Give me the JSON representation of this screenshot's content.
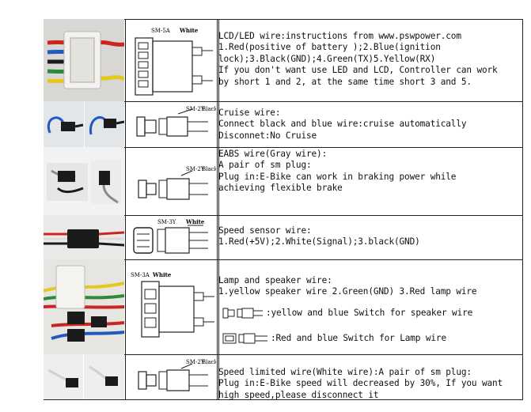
{
  "rows": [
    {
      "connector_label": "SM-5A",
      "color_label": "White",
      "lines": [
        "LCD/LED wire:instructions from www.pswpower.com",
        "1.Red(positive of battery );2.Blue(ignition",
        "lock);3.Black(GND);4.Green(TX)5.Yellow(RX)",
        "If you don't want use LED and LCD, Controller can work",
        "by short 1 and 2, at the same time short 3 and 5."
      ]
    },
    {
      "connector_label": "SM-2Y",
      "color_label": "Black",
      "lines": [
        "Cruise wire:",
        "Connect black and blue wire:cruise automatically",
        "Disconnet:No Cruise"
      ]
    },
    {
      "connector_label": "SM-2Y",
      "color_label": "Black",
      "lines": [
        "EABS wire(Gray wire):",
        "A pair of sm plug:",
        "Plug in:E-Bike can work in braking power while",
        "achieving flexible brake"
      ]
    },
    {
      "connector_label": "SM-3Y",
      "color_label": "White",
      "lines": [
        "Speed sensor wire:",
        "1.Red(+5V);2.White(Signal);3.black(GND)"
      ]
    },
    {
      "connector_label": "SM-3A",
      "color_label": "White",
      "lines": [
        "Lamp and speaker wire:",
        "1.yellow speaker wire 2.Green(GND) 3.Red lamp wire"
      ],
      "switch_speaker": ":yellow and blue Switch for speaker wire",
      "switch_lamp": ":Red and blue Switch for Lamp wire"
    },
    {
      "connector_label": "SM-2Y",
      "color_label": "Black",
      "lines": [
        "Speed limited wire(White wire):A pair of sm plug:",
        "Plug in:E-Bike speed will decreased by 30%, If you want",
        "high speed,please disconnect it"
      ]
    }
  ],
  "colors": {
    "wire_red": "#c8261f",
    "wire_blue": "#1f5bbf",
    "wire_yellow": "#e6c81c",
    "wire_green": "#2c8a3a",
    "wire_black": "#1b1b1b",
    "connector_white": "#eeeeea",
    "grid": "#222222"
  }
}
